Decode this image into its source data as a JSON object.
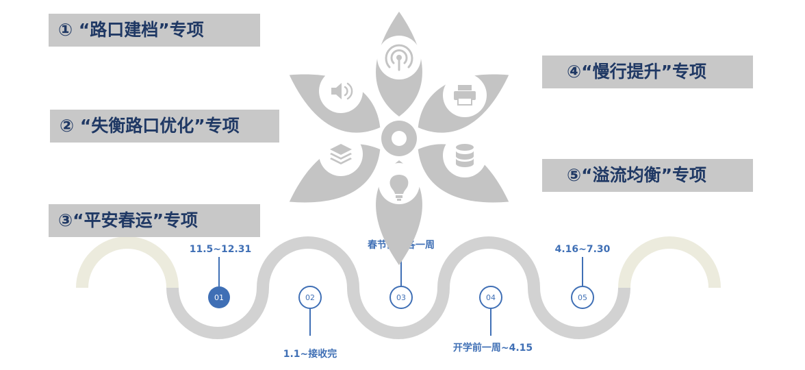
{
  "projects": [
    {
      "label": "① “路口建档”专项"
    },
    {
      "label": "② “失衡路口优化”专项"
    },
    {
      "label": "③“平安春运”专项"
    },
    {
      "label": "④“慢行提升”专项"
    },
    {
      "label": "⑤“溢流均衡”专项"
    }
  ],
  "flower_icons": [
    "signal-icon",
    "printer-icon",
    "database-icon",
    "lightbulb-icon",
    "layers-icon",
    "speaker-icon"
  ],
  "timeline": {
    "steps": [
      {
        "num": "01",
        "period": "11.5~12.31"
      },
      {
        "num": "02",
        "period": "1.1~接收完"
      },
      {
        "num": "03",
        "period": "春节前后各一周"
      },
      {
        "num": "04",
        "period": "开学前一周~4.15"
      },
      {
        "num": "05",
        "period": "4.16~7.30"
      }
    ]
  },
  "colors": {
    "accent": "#3f6fb5",
    "label_bg": "#c8c8c8",
    "label_text": "#1f3864",
    "flower": "#c4c4c4",
    "wave": "#d2d2d2",
    "wave_end": "#ecebdd"
  }
}
